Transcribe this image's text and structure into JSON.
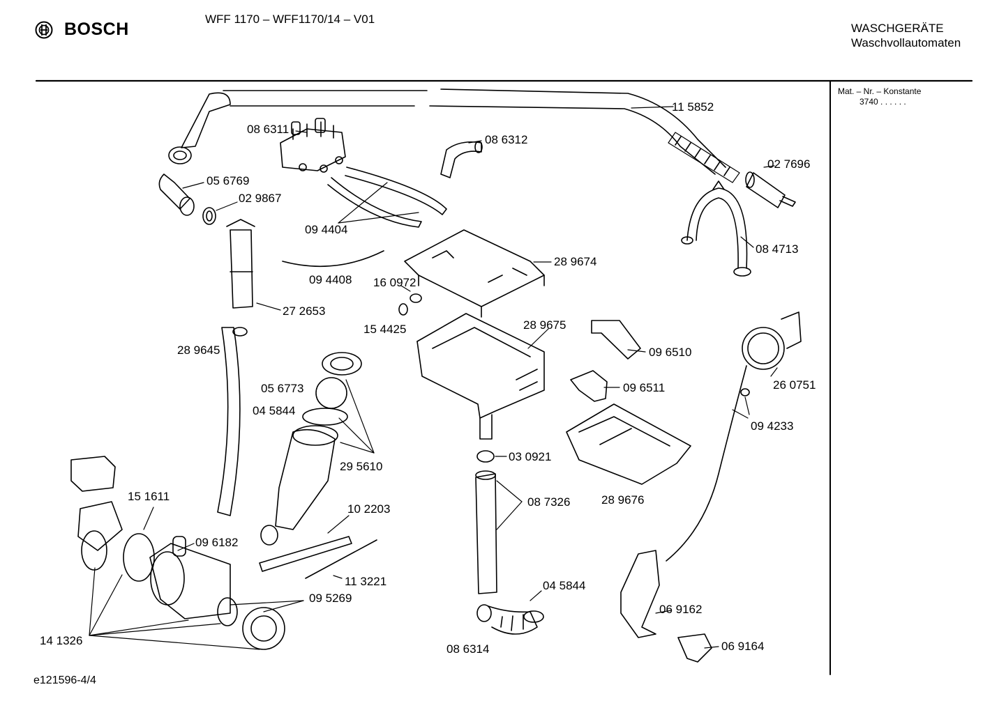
{
  "header": {
    "brand": "BOSCH",
    "model": "WFF 1170 – WFF1170/14 – V01",
    "category_line1": "WASCHGERÄTE",
    "category_line2": "Waschvollautomaten"
  },
  "side_panel": {
    "constant_label": "Mat. – Nr. – Konstante",
    "constant_value": "3740  .  .    .  .  .  ."
  },
  "footer": {
    "doc_id": "e121596-4/4"
  },
  "parts": [
    {
      "id": "p115852",
      "label": "11 5852"
    },
    {
      "id": "p086311",
      "label": "08 6311"
    },
    {
      "id": "p086312",
      "label": "08 6312"
    },
    {
      "id": "p027696",
      "label": "02 7696"
    },
    {
      "id": "p056769",
      "label": "05 6769"
    },
    {
      "id": "p029867",
      "label": "02 9867"
    },
    {
      "id": "p094404",
      "label": "09 4404"
    },
    {
      "id": "p084713",
      "label": "08 4713"
    },
    {
      "id": "p289674",
      "label": "28 9674"
    },
    {
      "id": "p094408",
      "label": "09 4408"
    },
    {
      "id": "p160972",
      "label": "16 0972"
    },
    {
      "id": "p272653",
      "label": "27 2653"
    },
    {
      "id": "p154425",
      "label": "15 4425"
    },
    {
      "id": "p289675",
      "label": "28 9675"
    },
    {
      "id": "p289645",
      "label": "28 9645"
    },
    {
      "id": "p096510",
      "label": "09 6510"
    },
    {
      "id": "p260751",
      "label": "26 0751"
    },
    {
      "id": "p056773",
      "label": "05 6773"
    },
    {
      "id": "p096511",
      "label": "09 6511"
    },
    {
      "id": "p045844a",
      "label": "04 5844"
    },
    {
      "id": "p094233",
      "label": "09 4233"
    },
    {
      "id": "p295610",
      "label": "29 5610"
    },
    {
      "id": "p030921",
      "label": "03 0921"
    },
    {
      "id": "p087326",
      "label": "08 7326"
    },
    {
      "id": "p289676",
      "label": "28 9676"
    },
    {
      "id": "p151611",
      "label": "15 1611"
    },
    {
      "id": "p102203",
      "label": "10 2203"
    },
    {
      "id": "p096182",
      "label": "09 6182"
    },
    {
      "id": "p113221",
      "label": "11 3221"
    },
    {
      "id": "p045844b",
      "label": "04 5844"
    },
    {
      "id": "p095269",
      "label": "09 5269"
    },
    {
      "id": "p069162",
      "label": "06 9162"
    },
    {
      "id": "p141326",
      "label": "14 1326"
    },
    {
      "id": "p086314",
      "label": "08 6314"
    },
    {
      "id": "p069164",
      "label": "06 9164"
    }
  ]
}
